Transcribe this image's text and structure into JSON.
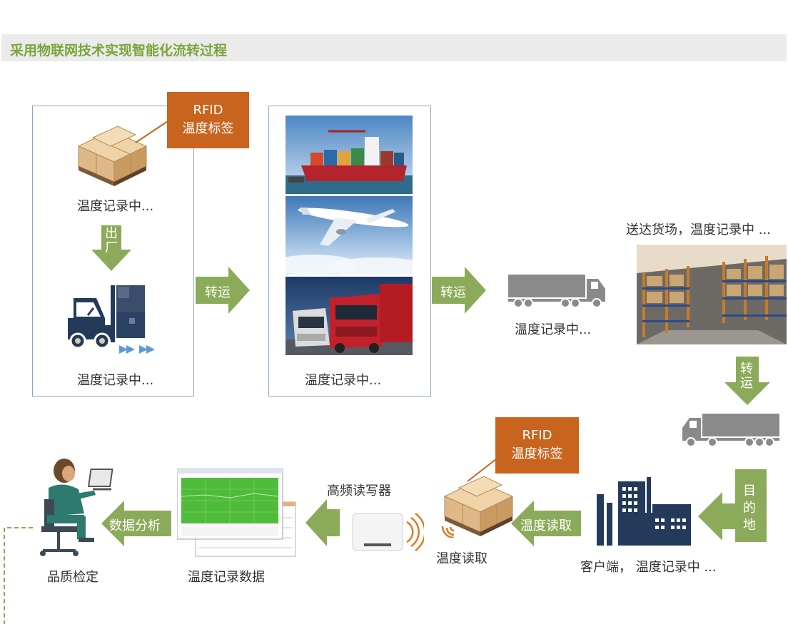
{
  "title": "采用物联网技术实现智能化流转过程",
  "colors": {
    "title_green": "#7aa53a",
    "arrow_green": "#8cab5a",
    "tag_orange": "#c8641e",
    "panel_border": "#8aa8c2",
    "navy": "#243a5a",
    "truck_gray": "#8a8a8a"
  },
  "panel1": {
    "rfid_tag_line1": "RFID",
    "rfid_tag_line2": "温度标签",
    "box_label": "温度记录中...",
    "exit_arrow": "出厂",
    "forklift_label": "温度记录中..."
  },
  "arrow_transfer_1": "转运",
  "panel2": {
    "photos": [
      "cargo-ship",
      "airplane",
      "trucks"
    ],
    "label": "温度记录中..."
  },
  "arrow_transfer_2": "转运",
  "truck1_label": "温度记录中...",
  "warehouse_label": "送达货场，温度记录中 ...",
  "arrow_transfer_3": "转运",
  "arrow_destination": "目的地",
  "client_label": "客户端， 温度记录中 ...",
  "arrow_read": "温度读取",
  "rfid2": {
    "tag_line1": "RFID",
    "tag_line2": "温度标签",
    "label": "温度读取"
  },
  "reader_label": "高频读写器",
  "data_label": "温度记录数据",
  "arrow_analysis": "数据分析",
  "qc_label": "品质检定"
}
